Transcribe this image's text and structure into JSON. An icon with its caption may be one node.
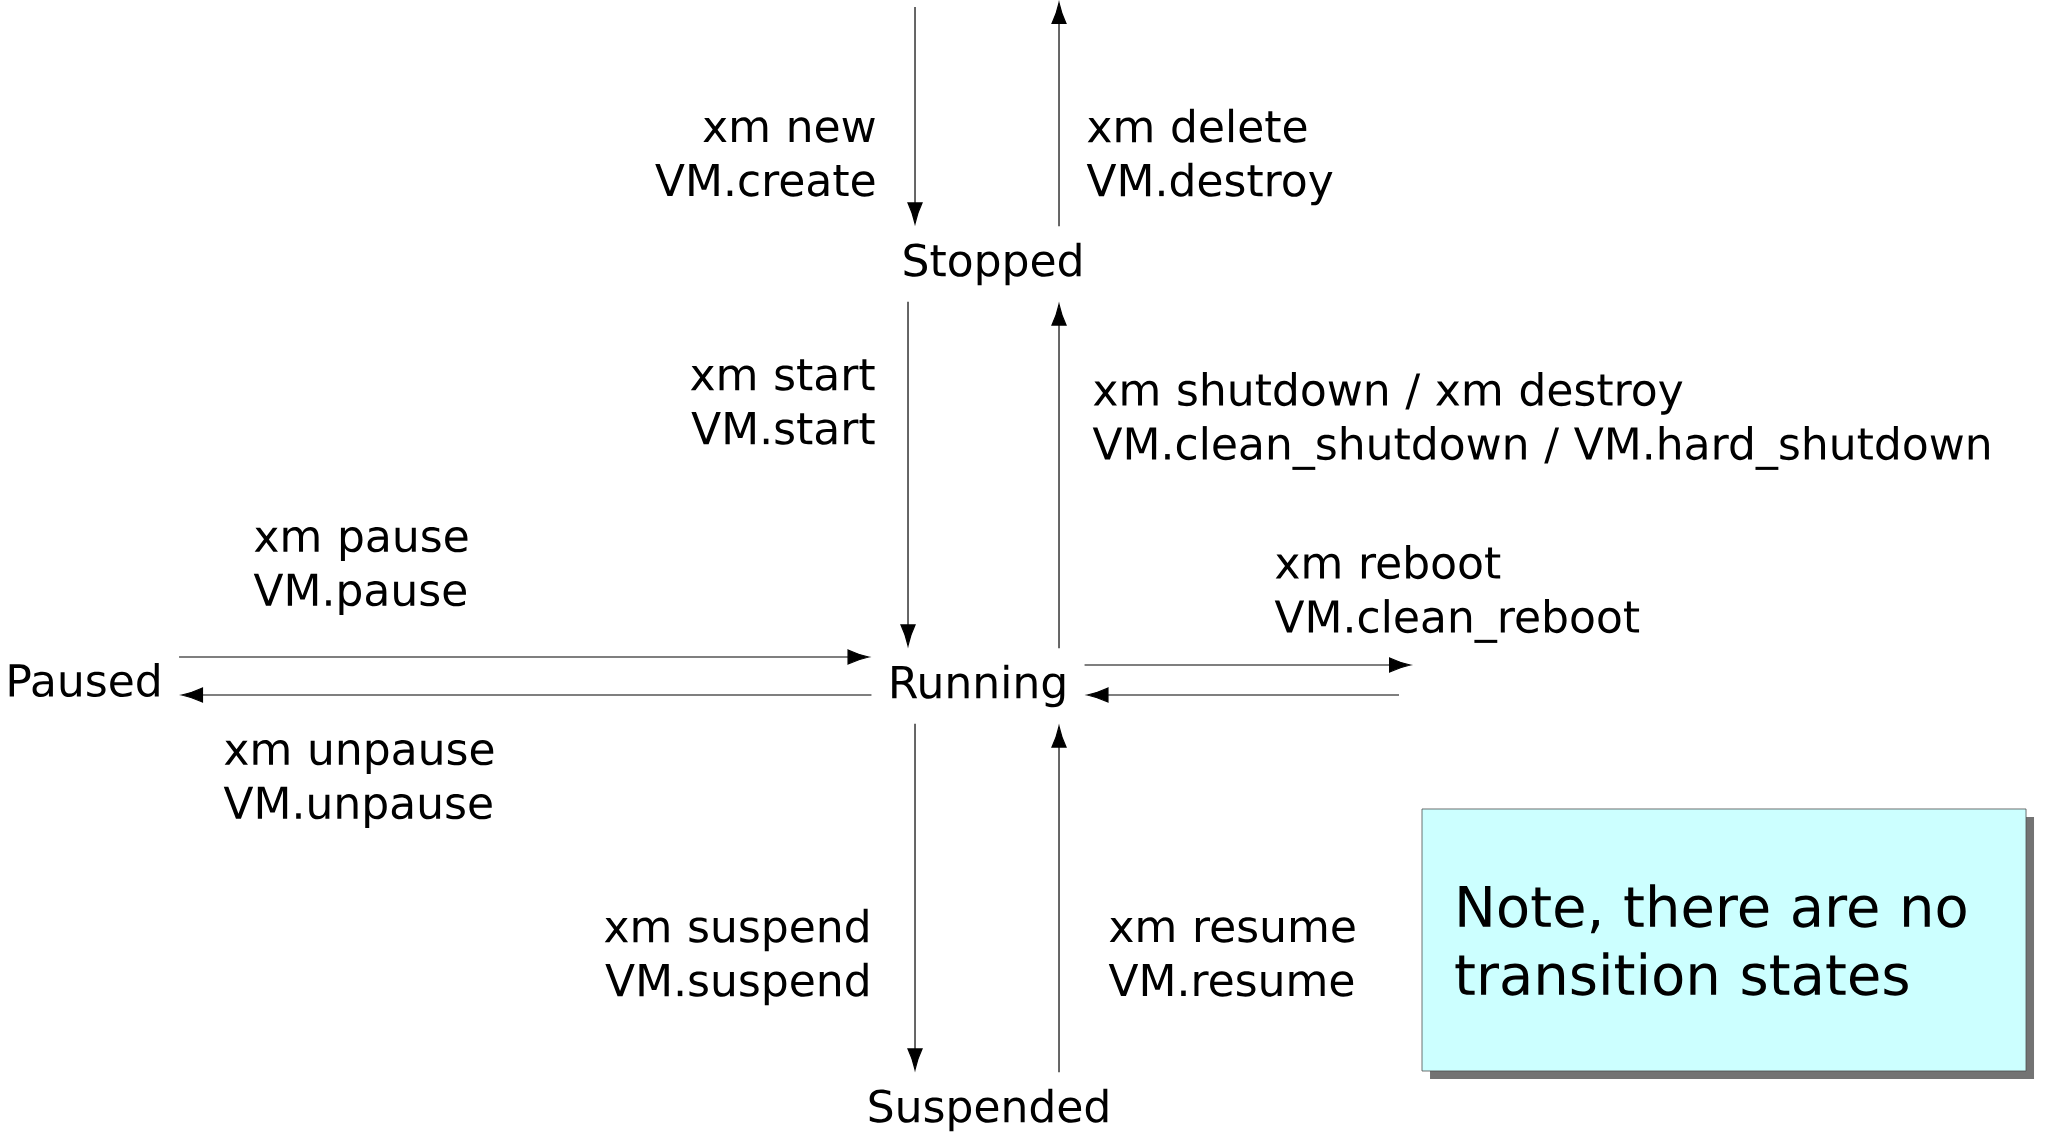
{
  "diagram": {
    "nodes": [
      {
        "text": [
          "Stopped"
        ]
      },
      {
        "text": [
          "Running"
        ]
      },
      {
        "text": [
          "Paused"
        ]
      },
      {
        "text": [
          "Suspended"
        ]
      },
      {
        "text": [
          "Note, there are no transition states"
        ]
      }
    ],
    "edges": [
      {
        "from": null,
        "to": 0,
        "arrow": "to",
        "label": "xm new VM.create"
      },
      {
        "from": 0,
        "to": null,
        "arrow": "to",
        "label": "xm delete VM.destroy"
      },
      {
        "from": 0,
        "to": 1,
        "arrow": "to",
        "label": "xm start VM.start"
      },
      {
        "from": 1,
        "to": 0,
        "arrow": "to",
        "label": "xm shutdown / xm destroy VM.clean_shutdown / VM.hard_shutdown"
      },
      {
        "from": 2,
        "to": 1,
        "arrow": "to",
        "label": "xm pause VM.pause"
      },
      {
        "from": 1,
        "to": 2,
        "arrow": "to",
        "label": "xm unpause VM.unpause"
      },
      {
        "from": 1,
        "to": null,
        "arrow": "to",
        "label": "xm reboot VM.clean_reboot"
      },
      {
        "from": null,
        "to": 1,
        "arrow": "to"
      },
      {
        "from": 1,
        "to": 3,
        "arrow": "to",
        "label": "xm suspend VM.suspend"
      },
      {
        "from": 3,
        "to": 1,
        "arrow": "to",
        "label": "xm resume VM.resume"
      }
    ]
  }
}
